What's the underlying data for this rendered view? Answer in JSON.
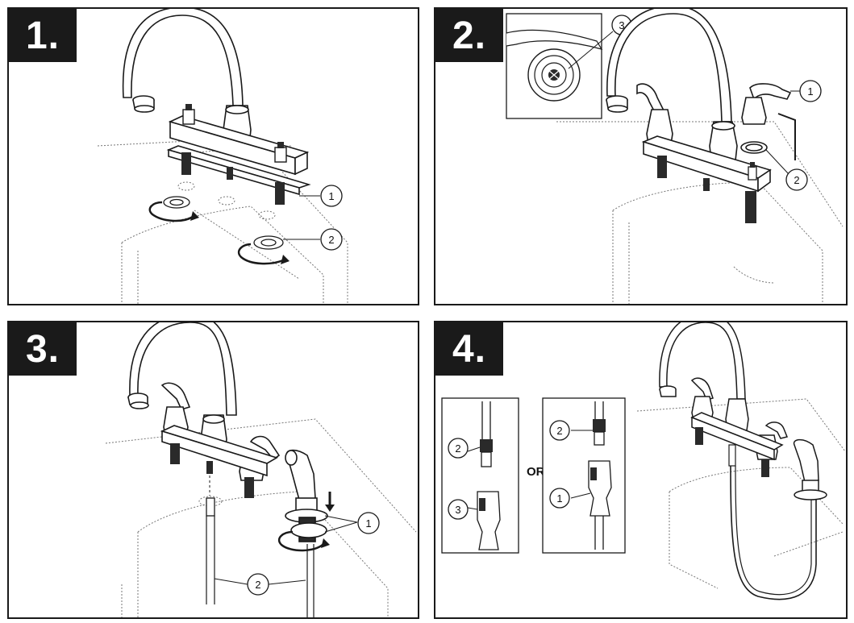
{
  "panels": [
    {
      "step": "1.",
      "callouts": [
        "1",
        "2"
      ]
    },
    {
      "step": "2.",
      "callouts": [
        "1",
        "2",
        "3"
      ]
    },
    {
      "step": "3.",
      "callouts": [
        "1",
        "2"
      ]
    },
    {
      "step": "4.",
      "callouts": [
        "2",
        "3",
        "2",
        "1"
      ],
      "or_label": "OR"
    }
  ],
  "colors": {
    "line": "#1a1a1a",
    "fill": "#ffffff",
    "dark": "#2a2a2a",
    "dotted": "#777777"
  }
}
